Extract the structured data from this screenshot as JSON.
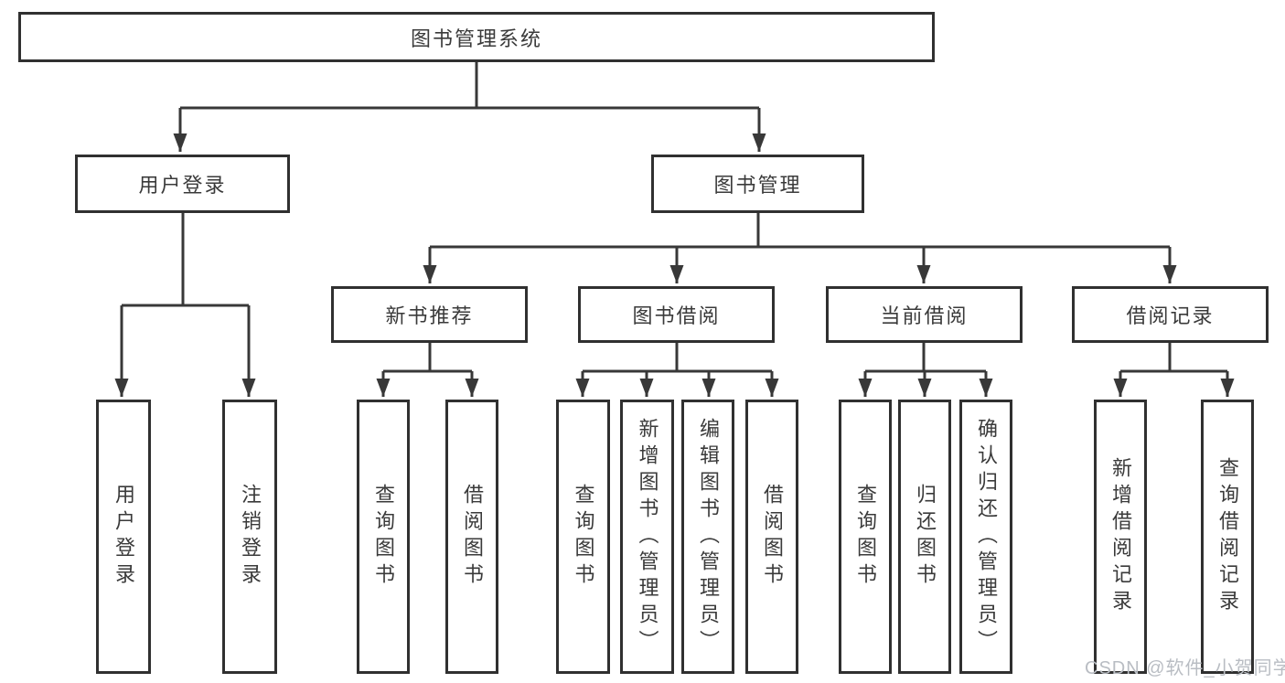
{
  "nodes": {
    "root": {
      "label": "图书管理系统"
    },
    "user_login": {
      "label": "用户登录"
    },
    "book_management": {
      "label": "图书管理"
    },
    "branches": [
      {
        "label": "新书推荐"
      },
      {
        "label": "图书借阅"
      },
      {
        "label": "当前借阅"
      },
      {
        "label": "借阅记录"
      }
    ],
    "leaves": [
      {
        "label": "用户登录"
      },
      {
        "label": "注销登录"
      },
      {
        "label": "查询图书"
      },
      {
        "label": "借阅图书"
      },
      {
        "label": "查询图书"
      },
      {
        "label": "新增图书（管理员）"
      },
      {
        "label": "编辑图书（管理员）"
      },
      {
        "label": "借阅图书"
      },
      {
        "label": "查询图书"
      },
      {
        "label": "归还图书"
      },
      {
        "label": "确认归还（管理员）"
      },
      {
        "label": "新增借阅记录"
      },
      {
        "label": "查询借阅记录"
      }
    ]
  },
  "watermark": "CSDN @软件_小贺同学",
  "colors": {
    "line": "#383838",
    "border": "#303030",
    "text": "#3a3a3a",
    "watermark": "#b9bdc3",
    "background": "#ffffff"
  }
}
